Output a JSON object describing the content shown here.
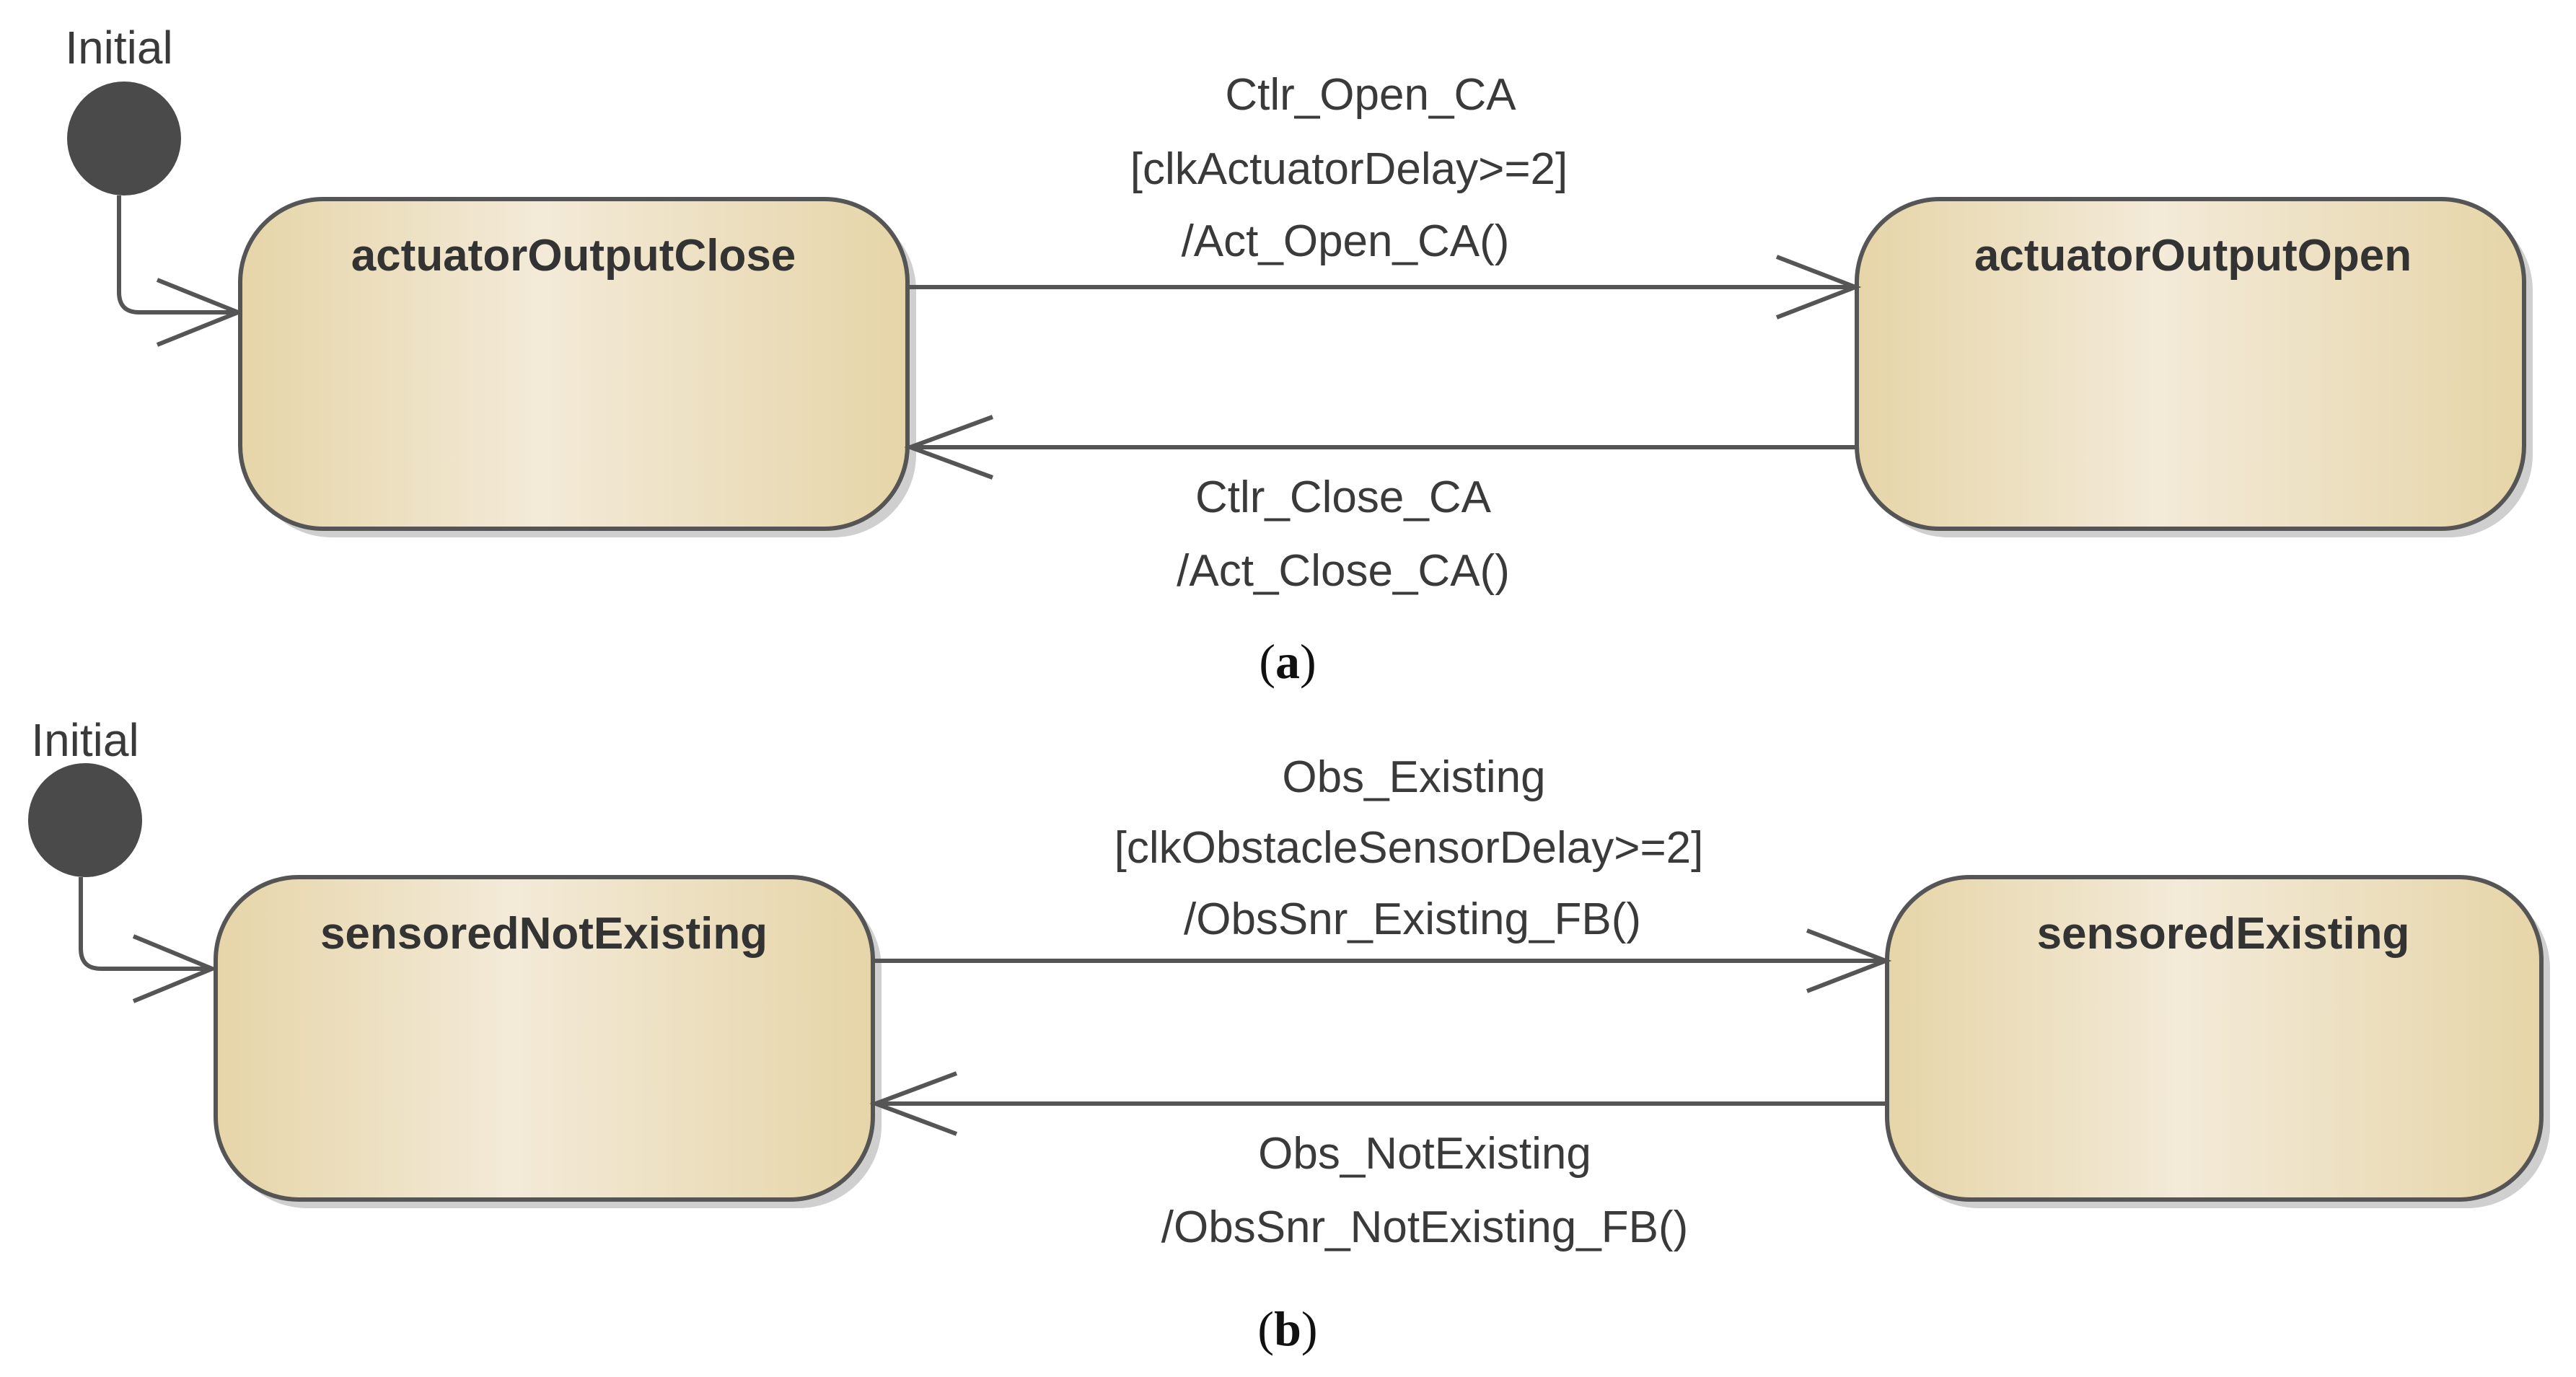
{
  "diagram_a": {
    "initial_label": "Initial",
    "state_left": "actuatorOutputClose",
    "state_right": "actuatorOutputOpen",
    "forward_transition": [
      "Ctlr_Open_CA",
      "[clkActuatorDelay>=2]",
      "/Act_Open_CA()"
    ],
    "backward_transition": [
      "Ctlr_Close_CA",
      "/Act_Close_CA()"
    ],
    "caption_open": "(",
    "caption_letter": "a",
    "caption_close": ")"
  },
  "diagram_b": {
    "initial_label": "Initial",
    "state_left": "sensoredNotExisting",
    "state_right": "sensoredExisting",
    "forward_transition": [
      "Obs_Existing",
      "[clkObstacleSensorDelay>=2]",
      "/ObsSnr_Existing_FB()"
    ],
    "backward_transition": [
      "Obs_NotExisting",
      "/ObsSnr_NotExisting_FB()"
    ],
    "caption_open": "(",
    "caption_letter": "b",
    "caption_close": ")"
  },
  "colors": {
    "state_fill_light": "#f3ead8",
    "state_fill_dark": "#e6d5a8",
    "state_border": "#555555",
    "shadow": "#cccccc",
    "line": "#555555",
    "initial_node": "#4a4a4a"
  }
}
